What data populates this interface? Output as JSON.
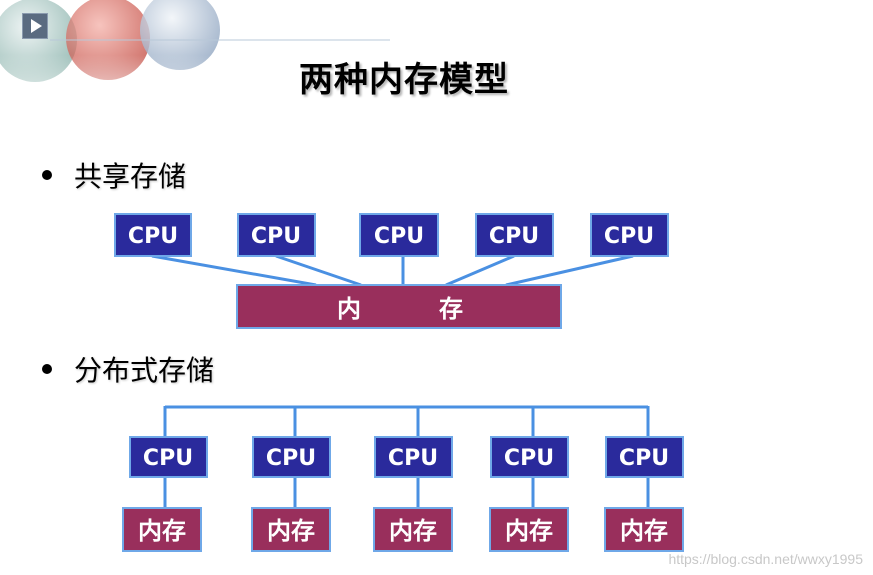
{
  "title": "两种内存模型",
  "shared": {
    "heading": "共享存储",
    "cpus": [
      "CPU",
      "CPU",
      "CPU",
      "CPU",
      "CPU"
    ],
    "memory_chars": [
      "内",
      "存"
    ]
  },
  "distributed": {
    "heading": "分布式存储",
    "nodes": [
      {
        "cpu": "CPU",
        "memory": "内存"
      },
      {
        "cpu": "CPU",
        "memory": "内存"
      },
      {
        "cpu": "CPU",
        "memory": "内存"
      },
      {
        "cpu": "CPU",
        "memory": "内存"
      },
      {
        "cpu": "CPU",
        "memory": "内存"
      }
    ]
  },
  "watermark": "https://blog.csdn.net/wwxy1995",
  "colors": {
    "cpu_fill": "#2a2a9c",
    "memory_fill": "#992f5c",
    "line": "#4a90e2",
    "border": "#6fa8e8"
  }
}
